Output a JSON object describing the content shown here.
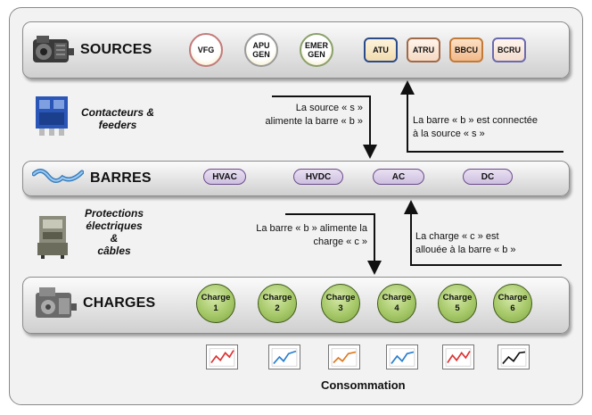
{
  "sources": {
    "title": "SOURCES",
    "circles": [
      {
        "label": "VFG",
        "border": "#c27a7a"
      },
      {
        "label": "APU\nGEN",
        "border": "#9a9a9a"
      },
      {
        "label": "EMER\nGEN",
        "border": "#8aa06a"
      }
    ],
    "boxes": [
      {
        "label": "ATU",
        "border": "#2a4a8a"
      },
      {
        "label": "ATRU",
        "border": "#a06a4a"
      },
      {
        "label": "BBCU",
        "border": "#c07a3a"
      },
      {
        "label": "BCRU",
        "border": "#6a6ab0"
      }
    ]
  },
  "contacteurs_label": "Contacteurs &\nfeeders",
  "barres": {
    "title": "BARRES",
    "buses": [
      "HVAC",
      "HVDC",
      "AC",
      "DC"
    ]
  },
  "protections_label": "Protections\nélectriques\n&\ncâbles",
  "charges": {
    "title": "CHARGES",
    "loads": [
      "Charge\n1",
      "Charge\n2",
      "Charge\n3",
      "Charge\n4",
      "Charge\n5",
      "Charge\n6"
    ]
  },
  "notes": {
    "source_feeds_bus": "La source « s »\nalimente la barre « b »",
    "bus_connected_source": "La barre « b » est connectée\nà la source « s »",
    "bus_feeds_load": "La barre « b » alimente la\ncharge « c »",
    "load_allocated_bus": "La charge « c » est\nallouée à la barre « b »"
  },
  "consumption": {
    "label": "Consommation",
    "line_colors": [
      "#d33",
      "#2a7fd0",
      "#e07a20",
      "#2a7fd0",
      "#d33",
      "#111"
    ]
  },
  "icons": [
    "generator-icon",
    "contactor-icon",
    "busbar-icon",
    "protection-icon",
    "load-equipment-icon"
  ]
}
